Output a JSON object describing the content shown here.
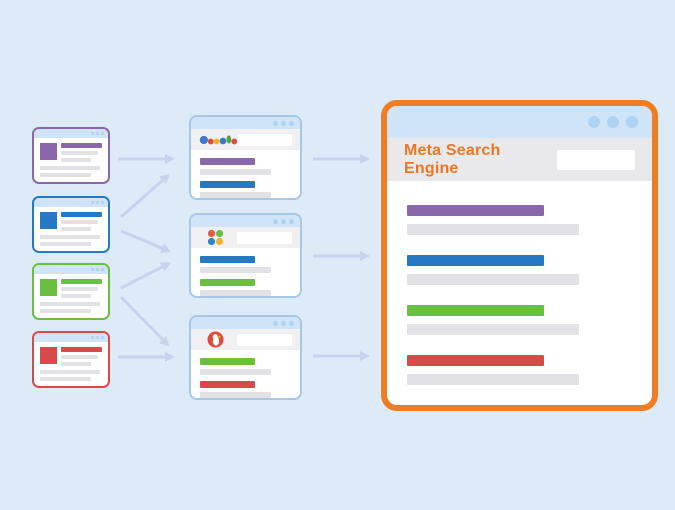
{
  "canvas": {
    "background_color": "#dcebf7",
    "arrow_color": "#c8d2ec"
  },
  "shared": {
    "titlebar_color": "#cfe4f7",
    "titlebar_dot_color": "#aed2f2",
    "window_border_color": "#a6c8e8",
    "gray_bar_color": "#e2e2e6",
    "engine_band_color": "#f0f0f2"
  },
  "source_windows": [
    {
      "id": "purple-source-window",
      "accent": "#8a67a9"
    },
    {
      "id": "blue-source-window",
      "accent": "#2579c4"
    },
    {
      "id": "green-source-window",
      "accent": "#6abf40"
    },
    {
      "id": "red-source-window",
      "accent": "#d8494a"
    }
  ],
  "search_engine_windows": [
    {
      "id": "google-engine-window",
      "logo_icon": "google-dots-logo",
      "logo_colors": [
        "#3f77c9",
        "#e24c3e",
        "#f0b32a",
        "#3f77c9",
        "#52a546",
        "#e24c3e"
      ],
      "result_colors": [
        "#8a67a9",
        "#2579c4"
      ]
    },
    {
      "id": "grid-engine-window",
      "logo_icon": "four-dots-grid-logo",
      "logo_colors": [
        "#e8583f",
        "#6cbf46",
        "#2f84c9",
        "#f3b32a"
      ],
      "result_colors": [
        "#2579c4",
        "#6abf40"
      ]
    },
    {
      "id": "duck-engine-window",
      "logo_icon": "duck-logo",
      "logo_colors": [
        "#dc4b3e",
        "#ffffff",
        "#f7a52b"
      ],
      "result_colors": [
        "#6abf40",
        "#d8494a"
      ]
    }
  ],
  "meta_window": {
    "title": "Meta Search Engine",
    "title_color": "#ee7623",
    "border_color": "#ef7d23",
    "header_band_color": "#e9e9ec",
    "search_box_value": "",
    "result_colors": [
      "#8a67a9",
      "#2579c4",
      "#6abf40",
      "#d8494a"
    ]
  }
}
